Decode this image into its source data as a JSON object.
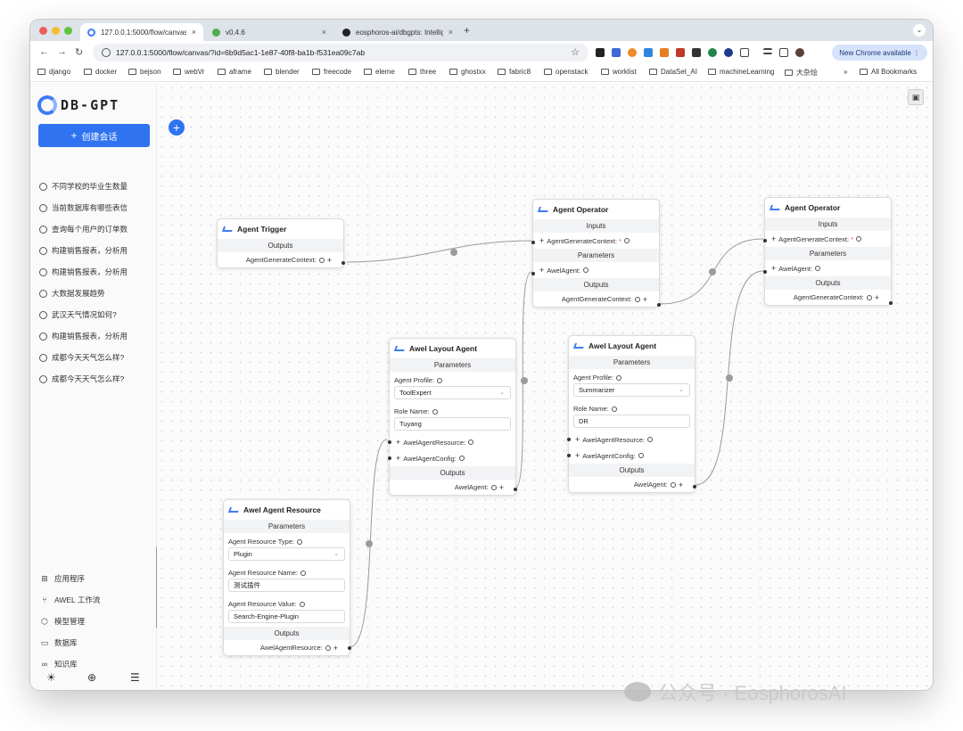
{
  "browser": {
    "tabs": [
      {
        "title": "127.0.0.1:5000/flow/canvas/?",
        "close": "×"
      },
      {
        "title": "v0.4.6",
        "close": "×"
      },
      {
        "title": "eosphoros-ai/dbgpts: Intellig",
        "close": "×"
      }
    ],
    "new_tab": "+",
    "url": "127.0.0.1:5000/flow/canvas/?id=6b9d5ac1-1e87-40f8-ba1b-f531ea09c7ab",
    "chrome_available": "New Chrome available",
    "bookmarks": [
      "django",
      "docker",
      "bejson",
      "webVr",
      "aframe",
      "blender",
      "freecode",
      "eleme",
      "three",
      "ghostxx",
      "fabric8",
      "openstack",
      "worklist",
      "DataSet_AI",
      "machineLearning",
      "大杂烩"
    ],
    "bookmarks_more": "»",
    "all_bookmarks": "All Bookmarks"
  },
  "sidebar": {
    "logo_text": "DB-GPT",
    "create_label": "创建会话",
    "conversations": [
      "不同学校的毕业生数量",
      "当前数据库有哪些表信",
      "查询每个用户的订单数",
      "构建销售报表，分析用",
      "构建销售报表，分析用",
      "大数据发展趋势",
      "武汉天气情况如何?",
      "构建销售报表，分析用",
      "成都今天天气怎么样?",
      "成都今天天气怎么样?"
    ],
    "nav": [
      {
        "label": "应用程序",
        "icon": "apps-icon"
      },
      {
        "label": "AWEL 工作流",
        "icon": "workflow-icon"
      },
      {
        "label": "模型管理",
        "icon": "model-icon"
      },
      {
        "label": "数据库",
        "icon": "database-icon"
      },
      {
        "label": "知识库",
        "icon": "knowledge-icon"
      }
    ]
  },
  "canvas": {
    "trigger": {
      "title": "Agent Trigger",
      "outputs": "Outputs",
      "out_port": "AgentGenerateContext:"
    },
    "op1": {
      "title": "Agent Operator",
      "inputs": "Inputs",
      "in_port": "AgentGenerateContext:",
      "parameters": "Parameters",
      "param_port": "AwelAgent:",
      "outputs": "Outputs",
      "out_port": "AgentGenerateContext:"
    },
    "op2": {
      "title": "Agent Operator",
      "inputs": "Inputs",
      "in_port": "AgentGenerateContext:",
      "parameters": "Parameters",
      "param_port": "AwelAgent:",
      "outputs": "Outputs",
      "out_port": "AgentGenerateContext:"
    },
    "layout1": {
      "title": "Awel Layout Agent",
      "parameters": "Parameters",
      "profile_label": "Agent Profile:",
      "profile_value": "ToolExpert",
      "role_label": "Role Name:",
      "role_value": "Tuyang",
      "res_port": "AwelAgentResource:",
      "cfg_port": "AwelAgentConfig:",
      "outputs": "Outputs",
      "out_port": "AwelAgent:"
    },
    "layout2": {
      "title": "Awel Layout Agent",
      "parameters": "Parameters",
      "profile_label": "Agent Profile:",
      "profile_value": "Summarizer",
      "role_label": "Role Name:",
      "role_value": "DR",
      "res_port": "AwelAgentResource:",
      "cfg_port": "AwelAgentConfig:",
      "outputs": "Outputs",
      "out_port": "AwelAgent:"
    },
    "resource": {
      "title": "Awel Agent Resource",
      "parameters": "Parameters",
      "type_label": "Agent Resource Type:",
      "type_value": "Plugin",
      "name_label": "Agent Resource Name:",
      "name_value": "测试插件",
      "value_label": "Agent Resource Value:",
      "value_value": "Search-Engine-Plugin",
      "outputs": "Outputs",
      "out_port": "AwelAgentResource:"
    }
  },
  "watermark": "公众号 · EosphorosAI",
  "colors": {
    "accent": "#2f73f0",
    "edge": "#9b9b9b",
    "required": "#e24d4d"
  }
}
